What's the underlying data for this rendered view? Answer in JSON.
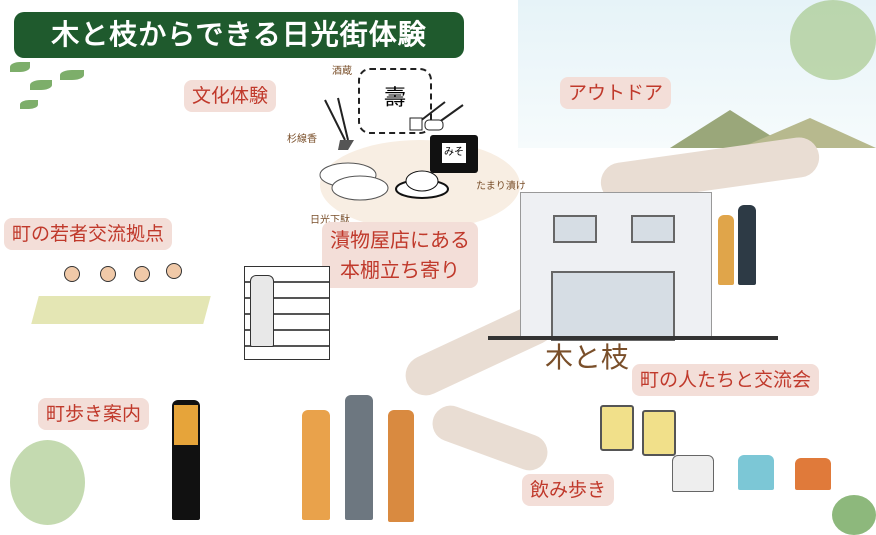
{
  "title": "木と枝からできる日光街体験",
  "labels": {
    "culture": "文化体験",
    "outdoor": "アウトドア",
    "youth_hub": "町の若者交流拠点",
    "bookshelf_line1": "漬物屋店にある",
    "bookshelf_line2": "本棚立ち寄り",
    "town_walk": "町歩き案内",
    "exchange": "町の人たちと交流会",
    "bar_hopping": "飲み歩き"
  },
  "culture_items": {
    "sake": "酒蔵",
    "incense": "杉線香",
    "geta": "日光下駄",
    "miso": "みそ",
    "tamari": "たまり漬け",
    "kotobuki": "壽"
  },
  "logo": "木と枝",
  "colors": {
    "title_bg": "#1f5a2d",
    "tag_bg": "#f3ded8",
    "tag_text": "#c0392b"
  }
}
